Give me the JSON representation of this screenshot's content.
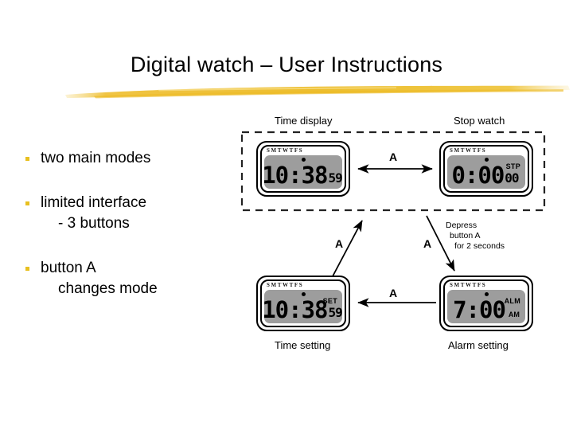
{
  "slide": {
    "title": "Digital watch – User Instructions",
    "accent_color": "#EFC13A",
    "bullet_marker_color": "#E8C020"
  },
  "bullets": [
    {
      "text": "two main modes",
      "sub": ""
    },
    {
      "text": "limited interface",
      "sub": "- 3 buttons"
    },
    {
      "text": "button A",
      "sub": "changes mode"
    }
  ],
  "diagram": {
    "group_labels": {
      "time_display": "Time display",
      "stop_watch": "Stop watch",
      "time_setting": "Time setting",
      "alarm_setting": "Alarm setting"
    },
    "watches": {
      "time_display": {
        "days": "SMTWTFS",
        "mode_tag": "",
        "main": "10:38",
        "small": "59",
        "ampm": ""
      },
      "stop_watch": {
        "days": "SMTWTFS",
        "mode_tag": "STP",
        "main": "0:00",
        "small": "00",
        "ampm": ""
      },
      "time_setting": {
        "days": "SMTWTFS",
        "mode_tag": "SET",
        "main": "10:38",
        "small": "59",
        "ampm": ""
      },
      "alarm_setting": {
        "days": "SMTWTFS",
        "mode_tag": "ALM",
        "main": "7:00",
        "small": "",
        "ampm": "AM"
      }
    },
    "transitions": {
      "top": "A",
      "right_down": "A",
      "bottom": "A",
      "left_up": "A"
    },
    "note": {
      "line1": "Depress",
      "line2": "button A",
      "line3": "for 2 seconds"
    }
  }
}
